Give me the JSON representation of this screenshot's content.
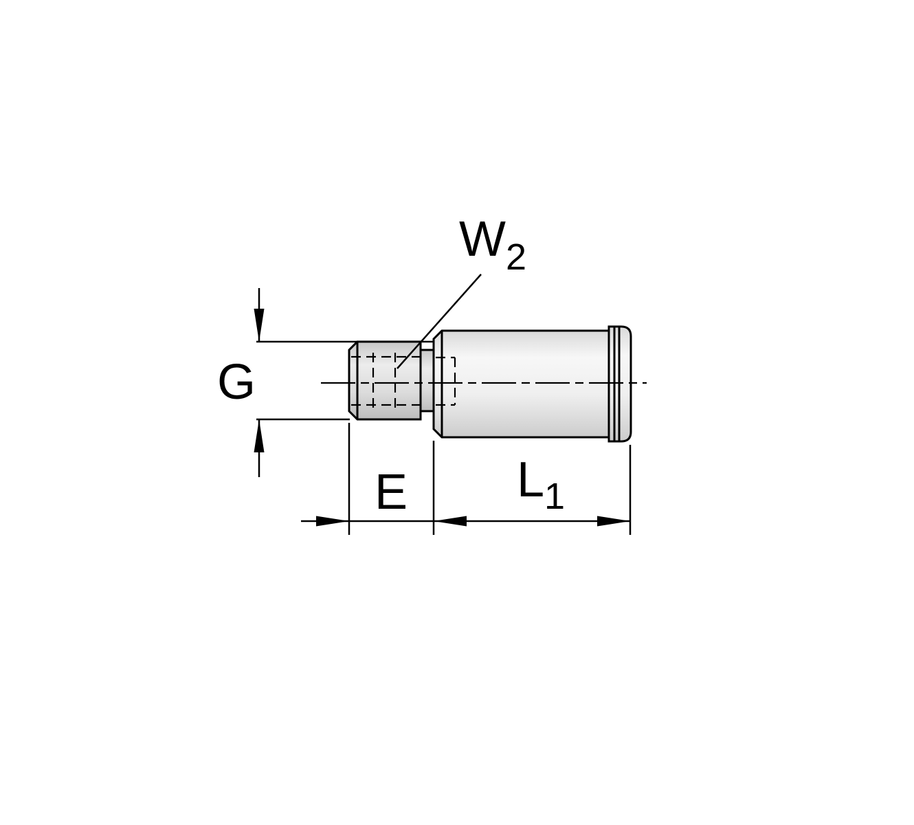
{
  "diagram": {
    "labels": {
      "w2": {
        "base": "W",
        "sub": "2"
      },
      "g": "G",
      "e": "E",
      "l1": {
        "base": "L",
        "sub": "1"
      }
    },
    "colors": {
      "line": "#000000",
      "background": "#ffffff"
    }
  }
}
